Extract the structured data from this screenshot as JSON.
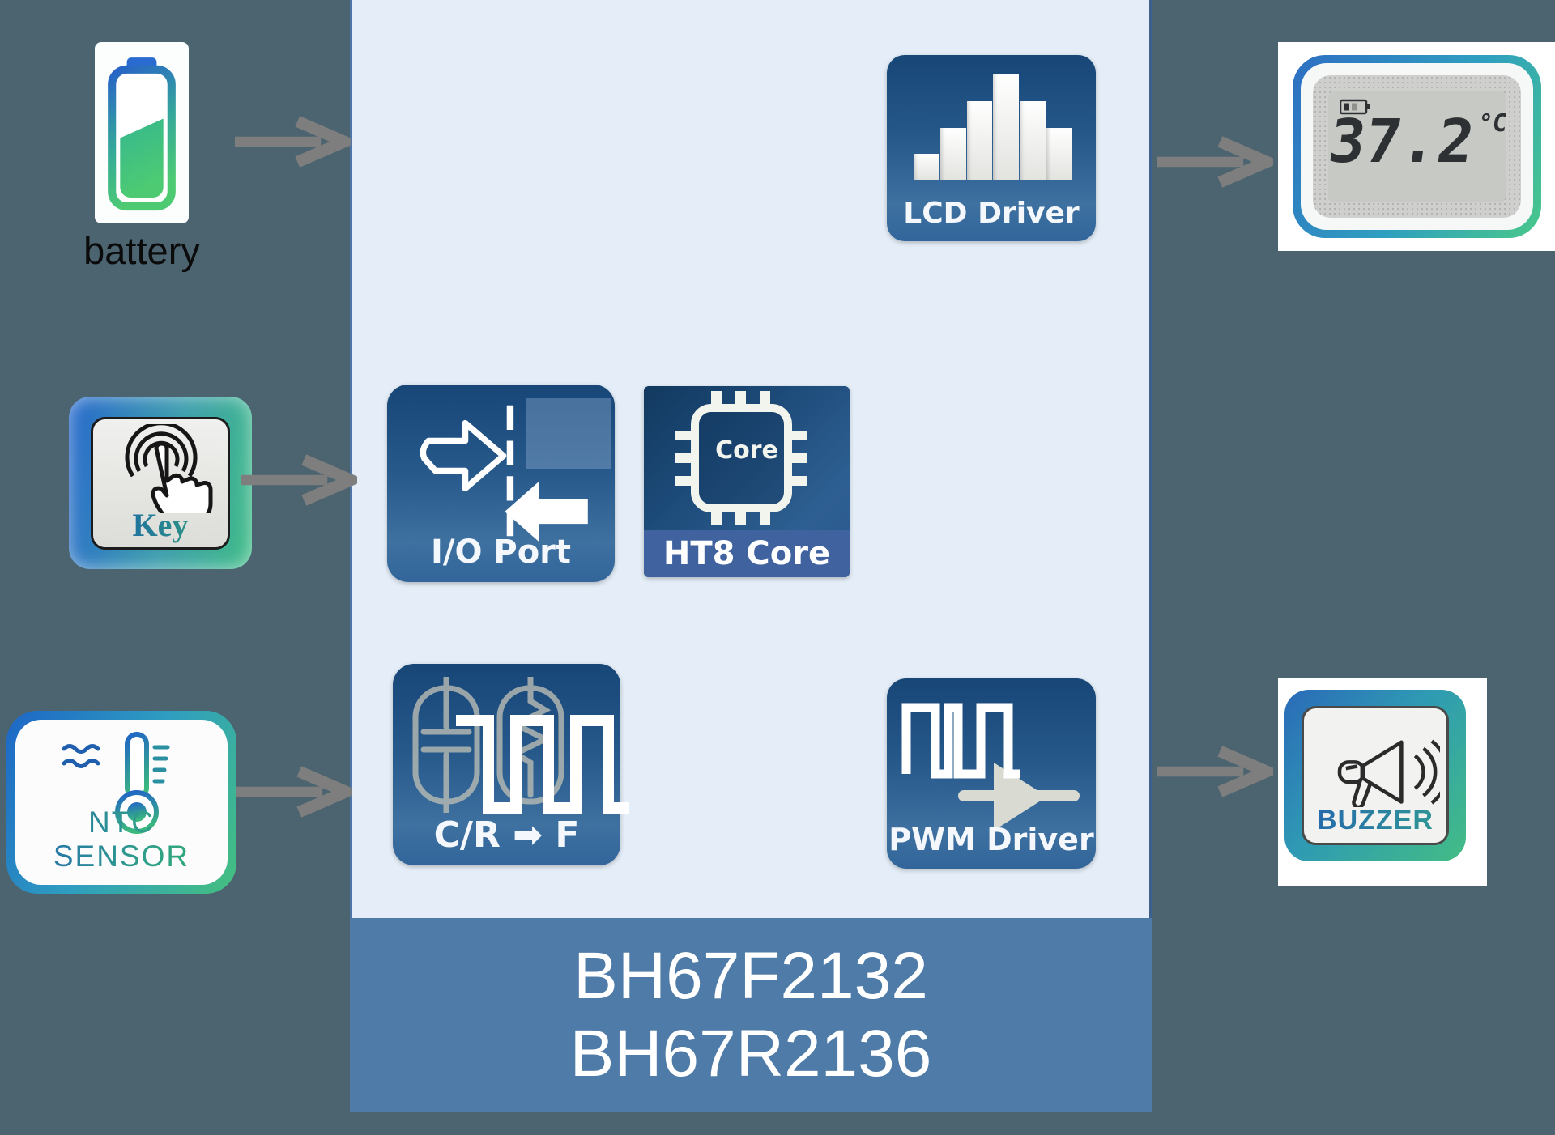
{
  "page": {
    "background": "#4b6470"
  },
  "chip_box": {
    "background": "#e5eef8",
    "border_color": "#4f74a8",
    "banner": {
      "background": "#4e7ba7",
      "text_color": "#ffffff",
      "lines": [
        "BH67F2132",
        "BH67R2136"
      ]
    }
  },
  "blocks": {
    "lcd_driver": {
      "label": "LCD Driver",
      "icon": "bar-levels-icon"
    },
    "io_port": {
      "label": "I/O Port",
      "icon": "bidirectional-arrows-icon"
    },
    "ht8_core": {
      "label": "HT8 Core",
      "chip_text": "Core",
      "icon": "mcu-chip-icon"
    },
    "cr_to_f": {
      "label": "C/R ➡ F",
      "icon": "rc-square-wave-icon"
    },
    "pwm_driver": {
      "label": "PWM Driver",
      "icon": "pwm-amplifier-icon"
    }
  },
  "peripherals": {
    "battery": {
      "label": "battery",
      "icon": "battery-icon"
    },
    "key": {
      "label": "Key",
      "icon": "touch-finger-icon"
    },
    "ntc_sensor": {
      "label": "NTC SENSOR",
      "icon": "thermometer-icon"
    },
    "lcd_display": {
      "reading": "37.2",
      "unit": "°C",
      "icon": "battery-level-icon"
    },
    "buzzer": {
      "label": "BUZZER",
      "icon": "megaphone-icon"
    }
  },
  "colors": {
    "block_blue_dark": "#174677",
    "block_blue_light": "#3e71a0",
    "ht8_footer_blue": "#40629f",
    "arrow_gray": "#7e7e7e",
    "gradient_blue": "#2a6bc4",
    "gradient_green": "#43bd84"
  }
}
